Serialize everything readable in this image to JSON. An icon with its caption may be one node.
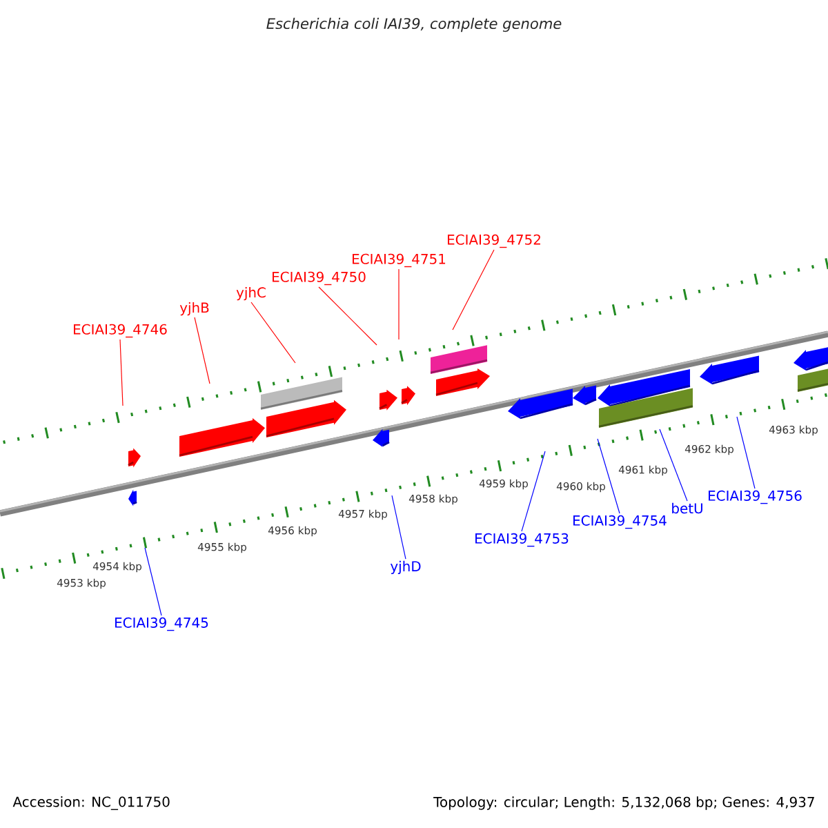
{
  "diagram": {
    "title": "Escherichia coli IAI39, complete genome",
    "nodes": [
      {
        "text": [
          "ECIAI39_4746"
        ]
      },
      {
        "text": [
          "yjhB"
        ]
      },
      {
        "text": [
          "yjhC"
        ]
      },
      {
        "text": [
          "ECIAI39_4750"
        ]
      },
      {
        "text": [
          "ECIAI39_4751"
        ]
      },
      {
        "text": [
          "ECIAI39_4752"
        ]
      },
      {
        "text": [
          "ECIAI39_4745"
        ]
      },
      {
        "text": [
          "yjhD"
        ]
      },
      {
        "text": [
          "ECIAI39_4753"
        ]
      },
      {
        "text": [
          "ECIAI39_4754"
        ]
      },
      {
        "text": [
          "betU"
        ]
      },
      {
        "text": [
          "ECIAI39_4756"
        ]
      }
    ],
    "edges": [
      {
        "from": 0,
        "to": null,
        "arrow": "none",
        "color": "#ff0000"
      },
      {
        "from": 1,
        "to": null,
        "arrow": "none",
        "color": "#ff0000"
      },
      {
        "from": 2,
        "to": null,
        "arrow": "none",
        "color": "#ff0000"
      },
      {
        "from": 3,
        "to": null,
        "arrow": "none",
        "color": "#ff0000"
      },
      {
        "from": 4,
        "to": null,
        "arrow": "none",
        "color": "#ff0000"
      },
      {
        "from": 5,
        "to": null,
        "arrow": "none",
        "color": "#ff0000"
      },
      {
        "from": 6,
        "to": null,
        "arrow": "none",
        "color": "#0000ff"
      },
      {
        "from": 7,
        "to": null,
        "arrow": "none",
        "color": "#0000ff"
      },
      {
        "from": 8,
        "to": null,
        "arrow": "none",
        "color": "#0000ff"
      },
      {
        "from": 9,
        "to": null,
        "arrow": "none",
        "color": "#0000ff"
      },
      {
        "from": 10,
        "to": null,
        "arrow": "none",
        "color": "#0000ff"
      },
      {
        "from": 11,
        "to": null,
        "arrow": "none",
        "color": "#0000ff"
      }
    ],
    "labels": [
      "4953 kbp",
      "4954 kbp",
      "4955 kbp",
      "4956 kbp",
      "4957 kbp",
      "4958 kbp",
      "4959 kbp",
      "4960 kbp",
      "4961 kbp",
      "4962 kbp",
      "4963 kbp",
      "Accession: NC_011750",
      "Topology: circular; Length: 5,132,068 bp; Genes: 4,937"
    ]
  }
}
